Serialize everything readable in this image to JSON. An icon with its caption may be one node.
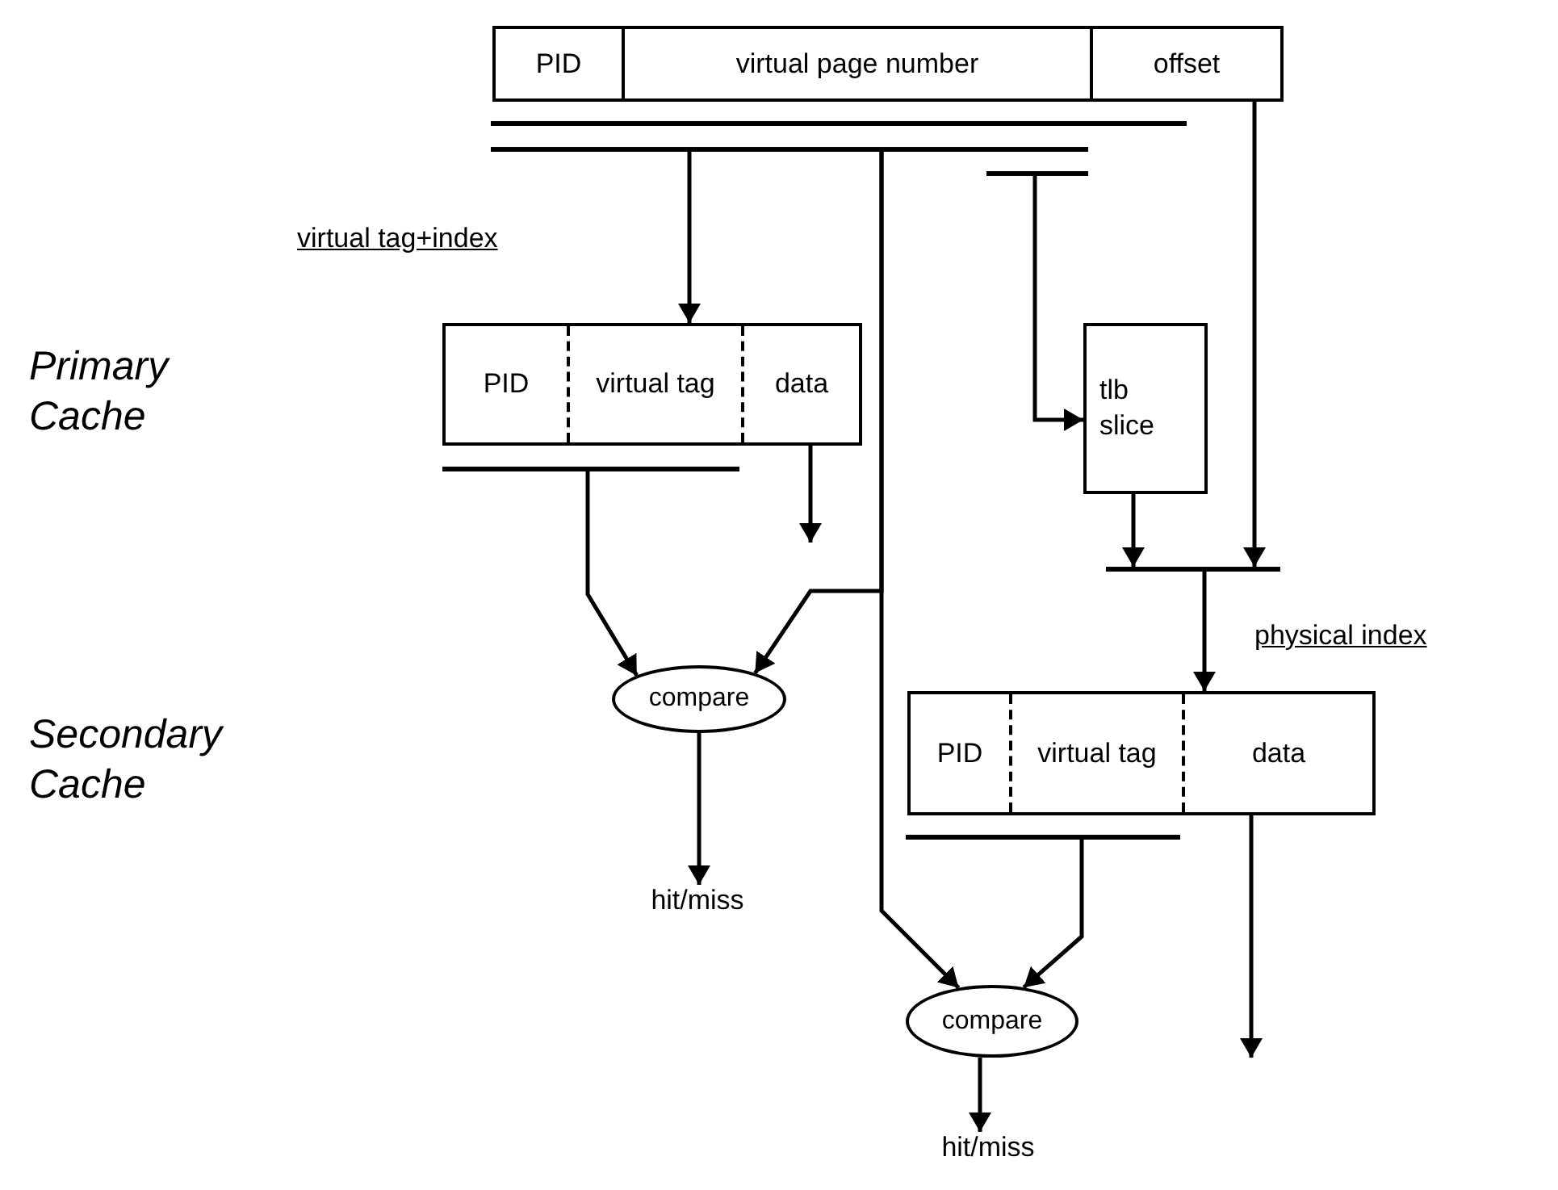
{
  "diagram": {
    "nodes": [
      {
        "text": [
          "PID",
          "virtual page number",
          "offset"
        ]
      },
      {
        "text": [],
        "shape": "bar"
      },
      {
        "text": [],
        "shape": "bar"
      },
      {
        "text": [
          "PID",
          "virtual tag",
          "data"
        ]
      },
      {
        "text": [
          "tlb slice"
        ]
      },
      {
        "text": [],
        "shape": "bar"
      },
      {
        "text": [
          "compare"
        ]
      },
      {
        "text": [
          "hit/miss"
        ]
      },
      {
        "text": [],
        "shape": "bar"
      },
      {
        "text": [
          "PID",
          "virtual tag",
          "data"
        ]
      },
      {
        "text": [],
        "shape": "bar"
      },
      {
        "text": [
          "compare"
        ]
      },
      {
        "text": [
          "hit/miss"
        ]
      }
    ],
    "edges": [
      {
        "from": 1,
        "to": 3,
        "arrow": "to"
      },
      {
        "from": 1,
        "to": 6,
        "arrow": "to"
      },
      {
        "from": 1,
        "to": 11,
        "arrow": "to"
      },
      {
        "from": 2,
        "to": 4,
        "arrow": "to"
      },
      {
        "from": 0,
        "to": 8,
        "arrow": "to"
      },
      {
        "from": 4,
        "to": 8,
        "arrow": "to"
      },
      {
        "from": 8,
        "to": 9,
        "arrow": "to"
      },
      {
        "from": 5,
        "to": 6,
        "arrow": "to"
      },
      {
        "from": 3,
        "to": null,
        "arrow": "to"
      },
      {
        "from": 6,
        "to": 7,
        "arrow": "to"
      },
      {
        "from": 10,
        "to": 11,
        "arrow": "to"
      },
      {
        "from": 9,
        "to": null,
        "arrow": "to"
      },
      {
        "from": 11,
        "to": 12,
        "arrow": "to"
      }
    ],
    "labels": [
      "virtual tag+index",
      "Primary Cache",
      "physical index",
      "Secondary Cache"
    ]
  }
}
